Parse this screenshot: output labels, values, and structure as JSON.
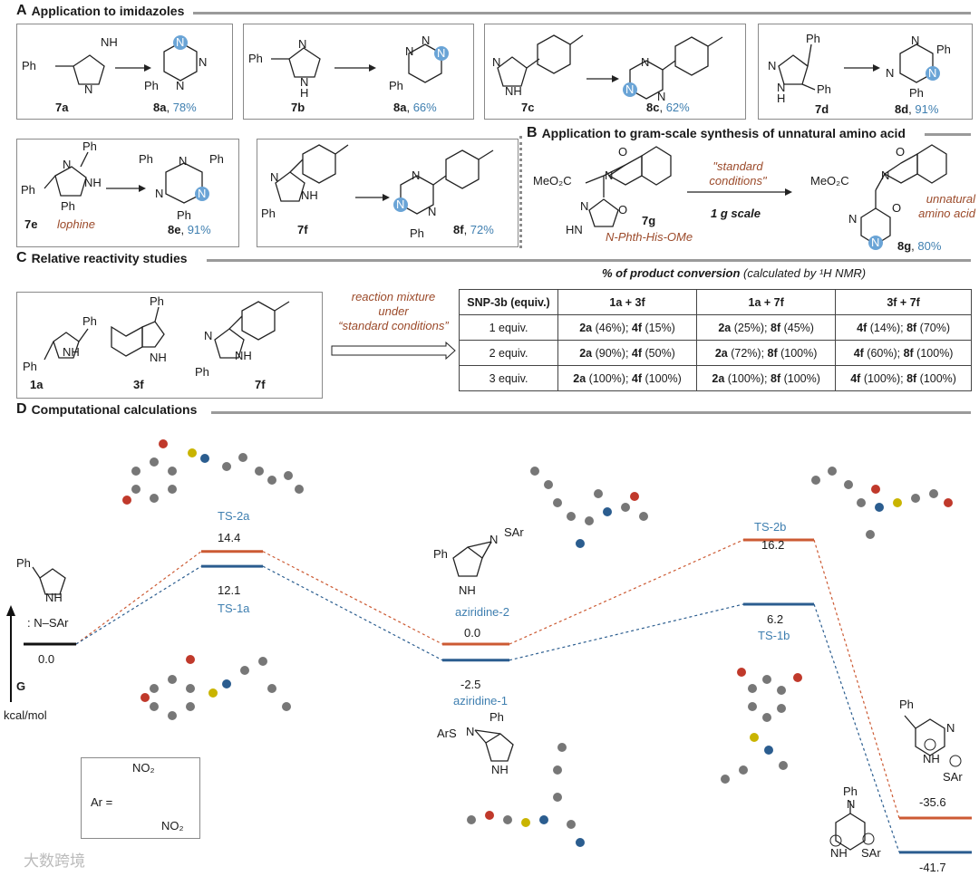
{
  "sectionA": {
    "letter": "A",
    "title": "Application to imidazoles",
    "reactions": [
      {
        "sm": "7a",
        "product": "8a",
        "yield": "78%"
      },
      {
        "sm": "7b",
        "product": "8a",
        "yield": "66%"
      },
      {
        "sm": "7c",
        "product": "8c",
        "yield": "62%"
      },
      {
        "sm": "7d",
        "product": "8d",
        "yield": "91%"
      },
      {
        "sm": "7e",
        "sm_name": "lophine",
        "product": "8e",
        "yield": "91%"
      },
      {
        "sm": "7f",
        "product": "8f",
        "yield": "72%"
      }
    ]
  },
  "sectionB": {
    "letter": "B",
    "title": "Application to gram-scale synthesis of unnatural amino acid",
    "sm": "7g",
    "sm_name": "N-Phth-His-OMe",
    "conditions": "\"standard conditions\"",
    "scale": "1 g scale",
    "product": "8g",
    "yield": "80%",
    "product_note": "unnatural amino acid",
    "ester": "MeO₂C"
  },
  "sectionC": {
    "letter": "C",
    "title": "Relative reactivity studies",
    "compounds": [
      "1a",
      "3f",
      "7f"
    ],
    "arrow_text": [
      "reaction mixture",
      "under",
      "“standard conditions”"
    ],
    "table_title": "% of product conversion",
    "table_note": "(calculated by ¹H NMR)",
    "headers": [
      "SNP-3b (equiv.)",
      "1a  + 3f",
      "1a  + 7f",
      "3f  + 7f"
    ],
    "rows": [
      [
        "1 equiv.",
        [
          [
            "2a",
            " (46%); "
          ],
          [
            "4f",
            " (15%)"
          ]
        ],
        [
          [
            "2a",
            " (25%); "
          ],
          [
            "8f",
            " (45%)"
          ]
        ],
        [
          [
            "4f",
            " (14%); "
          ],
          [
            "8f",
            " (70%)"
          ]
        ]
      ],
      [
        "2 equiv.",
        [
          [
            "2a",
            " (90%); "
          ],
          [
            "4f",
            " (50%)"
          ]
        ],
        [
          [
            "2a",
            " (72%); "
          ],
          [
            "8f",
            " (100%)"
          ]
        ],
        [
          [
            "4f",
            " (60%); "
          ],
          [
            "8f",
            " (100%)"
          ]
        ]
      ],
      [
        "3 equiv.",
        [
          [
            "2a",
            " (100%); "
          ],
          [
            "4f",
            " (100%)"
          ]
        ],
        [
          [
            "2a",
            " (100%); "
          ],
          [
            "8f",
            " (100%)"
          ]
        ],
        [
          [
            "4f",
            " (100%); "
          ],
          [
            "8f",
            " (100%)"
          ]
        ]
      ]
    ]
  },
  "sectionD": {
    "letter": "D",
    "title": "Computational calculations",
    "axis_label": "G",
    "unit": "kcal/mol",
    "reactant_label": ": N–SAr",
    "ar_label": "Ar =",
    "no2": "NO₂",
    "levels": [
      {
        "name": "",
        "value": "0.0",
        "energy": 0.0,
        "path": "both",
        "col": 0
      },
      {
        "name": "TS-2a",
        "value": "14.4",
        "energy": 14.4,
        "path": "a",
        "col": 1
      },
      {
        "name": "TS-1a",
        "value": "12.1",
        "energy": 12.1,
        "path": "b",
        "col": 1
      },
      {
        "name": "aziridine-2",
        "value": "0.0",
        "energy": 0.0,
        "path": "a",
        "col": 2
      },
      {
        "name": "aziridine-1",
        "value": "-2.5",
        "energy": -2.5,
        "path": "b",
        "col": 2
      },
      {
        "name": "TS-2b",
        "value": "16.2",
        "energy": 16.2,
        "path": "a",
        "col": 3
      },
      {
        "name": "TS-1b",
        "value": "6.2",
        "energy": 6.2,
        "path": "b",
        "col": 3
      },
      {
        "name": "",
        "value": "-35.6",
        "energy": -35.6,
        "path": "a",
        "col": 4
      },
      {
        "name": "",
        "value": "-41.7",
        "energy": -41.7,
        "path": "b",
        "col": 4
      }
    ],
    "colors": {
      "path_a": "#cc5a33",
      "path_b": "#2b5d8f",
      "label_blue": "#3f7fb0",
      "ground": "#111111"
    }
  },
  "atoms": {
    "Ph": "Ph",
    "N": "N",
    "NH": "NH",
    "H": "H",
    "SAr": "SAr",
    "ArS": "ArS",
    "O": "O",
    "HN": "HN"
  },
  "watermark": "大数跨境"
}
